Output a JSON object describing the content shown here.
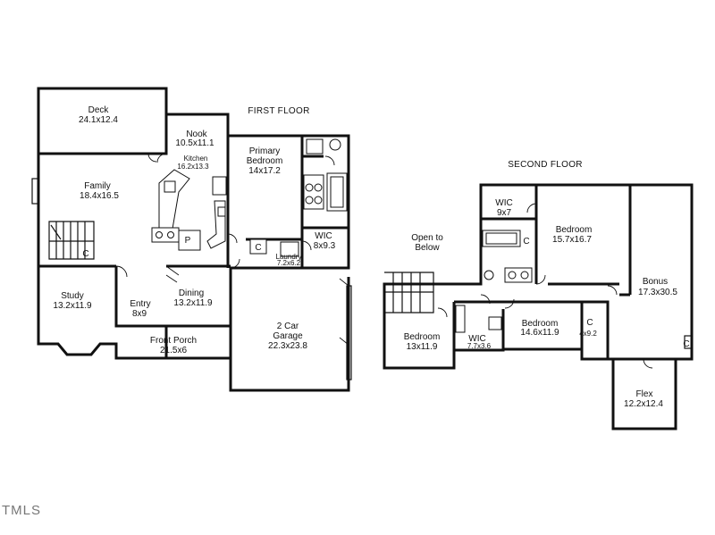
{
  "floors": {
    "first": {
      "title": "FIRST FLOOR",
      "rooms": {
        "deck": {
          "name": "Deck",
          "size": "24.1x12.4"
        },
        "nook": {
          "name": "Nook",
          "size": "10.5x11.1"
        },
        "kitchen": {
          "name": "Kitchen",
          "size": "16.2x13.3"
        },
        "family": {
          "name": "Family",
          "size": "18.4x16.5"
        },
        "primary_bedroom": {
          "name1": "Primary",
          "name2": "Bedroom",
          "size": "14x17.2"
        },
        "wic": {
          "name": "WIC",
          "size": "8x9.3"
        },
        "laundry": {
          "name": "Laundry",
          "size": "7.2x6.2"
        },
        "study": {
          "name": "Study",
          "size": "13.2x11.9"
        },
        "entry": {
          "name": "Entry",
          "size": "8x9"
        },
        "dining": {
          "name": "Dining",
          "size": "13.2x11.9"
        },
        "front_porch": {
          "name": "Front Porch",
          "size": "21.5x6"
        },
        "garage": {
          "name1": "2 Car",
          "name2": "Garage",
          "size": "22.3x23.8"
        }
      },
      "markers": {
        "closet_family": "C",
        "closet_laundry": "C",
        "pantry": "P"
      }
    },
    "second": {
      "title": "SECOND FLOOR",
      "rooms": {
        "wic_top": {
          "name": "WIC",
          "size": "9x7"
        },
        "bedroom_top": {
          "name": "Bedroom",
          "size": "15.7x16.7"
        },
        "open_below": {
          "line1": "Open to",
          "line2": "Below"
        },
        "bonus": {
          "name": "Bonus",
          "size": "17.3x30.5"
        },
        "bedroom_left": {
          "name": "Bedroom",
          "size": "13x11.9"
        },
        "wic_small": {
          "name": "WIC",
          "size": "7.7x3.6"
        },
        "bedroom_mid": {
          "name": "Bedroom",
          "size": "14.6x11.9"
        },
        "closet_4x9": {
          "name": "C",
          "size": "4x9.2"
        },
        "flex": {
          "name": "Flex",
          "size": "12.2x12.4"
        }
      },
      "markers": {
        "closet_top": "C",
        "closet_bonus": "C"
      }
    }
  },
  "logo": {
    "text": "TMLS"
  },
  "colors": {
    "wall": "#111111",
    "background": "#ffffff",
    "logo": "#777777"
  }
}
